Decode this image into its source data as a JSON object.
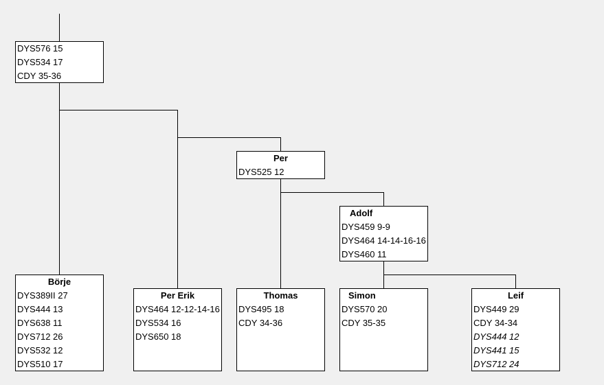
{
  "nodes": [
    {
      "id": "root",
      "name": "",
      "markers": [
        {
          "text": "DYS576 15"
        },
        {
          "text": "DYS534 17"
        },
        {
          "text": "CDY 35-36"
        }
      ]
    },
    {
      "id": "borje",
      "name": "Börje",
      "markers": [
        {
          "text": "DYS389II 27"
        },
        {
          "text": "DYS444 13"
        },
        {
          "text": "DYS638 11"
        },
        {
          "text": "DYS712 26"
        },
        {
          "text": "DYS532 12"
        },
        {
          "text": "DYS510 17"
        }
      ]
    },
    {
      "id": "per-erik",
      "name": "Per Erik",
      "markers": [
        {
          "text": "DYS464 12-12-14-16"
        },
        {
          "text": "DYS534 16"
        },
        {
          "text": "DYS650 18"
        }
      ]
    },
    {
      "id": "per",
      "name": "Per",
      "markers": [
        {
          "text": "DYS525 12"
        }
      ]
    },
    {
      "id": "thomas",
      "name": "Thomas",
      "markers": [
        {
          "text": "DYS495 18"
        },
        {
          "text": "CDY 34-36"
        }
      ]
    },
    {
      "id": "adolf",
      "name": "Adolf",
      "markers": [
        {
          "text": "DYS459 9-9"
        },
        {
          "text": "DYS464 14-14-16-16"
        },
        {
          "text": "DYS460 11"
        }
      ]
    },
    {
      "id": "simon",
      "name": "Simon",
      "markers": [
        {
          "text": "DYS570 20"
        },
        {
          "text": "CDY 35-35"
        }
      ]
    },
    {
      "id": "leif",
      "name": "Leif",
      "markers": [
        {
          "text": "DYS449 29"
        },
        {
          "text": "CDY 34-34"
        },
        {
          "text": "DYS444 12",
          "italic": true
        },
        {
          "text": "DYS441 15",
          "italic": true
        },
        {
          "text": "DYS712 24",
          "italic": true
        }
      ]
    }
  ]
}
